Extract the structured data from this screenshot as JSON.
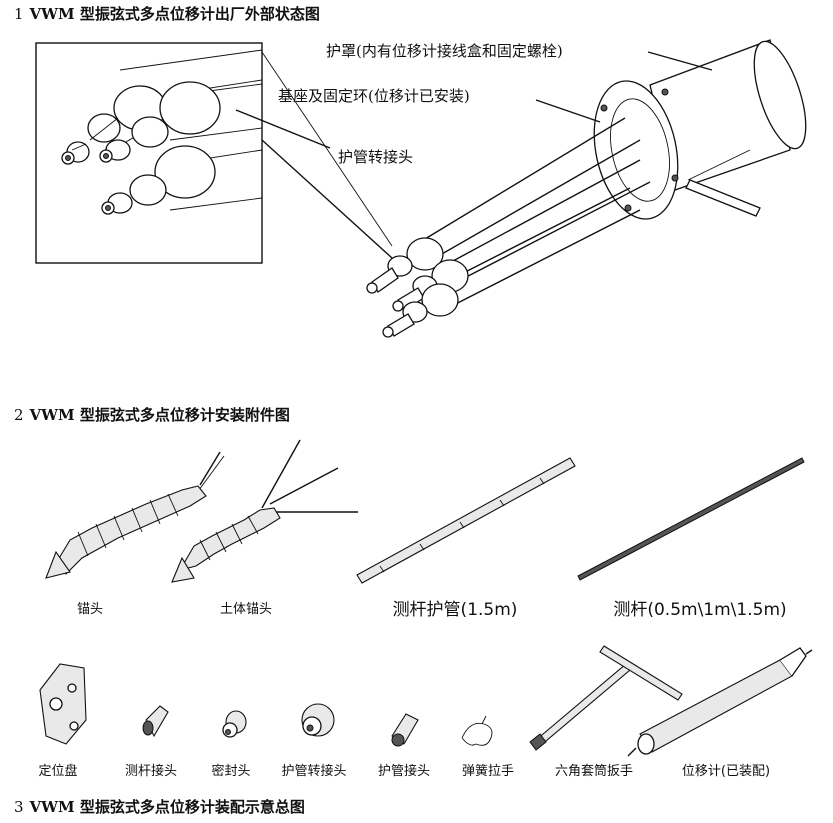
{
  "sections": [
    {
      "num": "1",
      "title": "VWM 型振弦式多点位移计出厂外部状态图"
    },
    {
      "num": "2",
      "title": "VWM 型振弦式多点位移计安装附件图"
    },
    {
      "num": "3",
      "title": "VWM 型振弦式多点位移计装配示意总图"
    }
  ],
  "figure1": {
    "callouts": {
      "shield": "护罩(内有位移计接线盒和固定螺栓)",
      "base": "基座及固定环(位移计已安装)",
      "adapter": "护管转接头"
    }
  },
  "figure2": {
    "row1": [
      "锚头",
      "土体锚头",
      "测杆护管(1.5m)",
      "测杆(0.5m\\1m\\1.5m)"
    ],
    "row2": [
      "定位盘",
      "测杆接头",
      "密封头",
      "护管转接头",
      "护管接头",
      "弹簧拉手",
      "六角套筒扳手",
      "位移计(已装配)"
    ]
  }
}
